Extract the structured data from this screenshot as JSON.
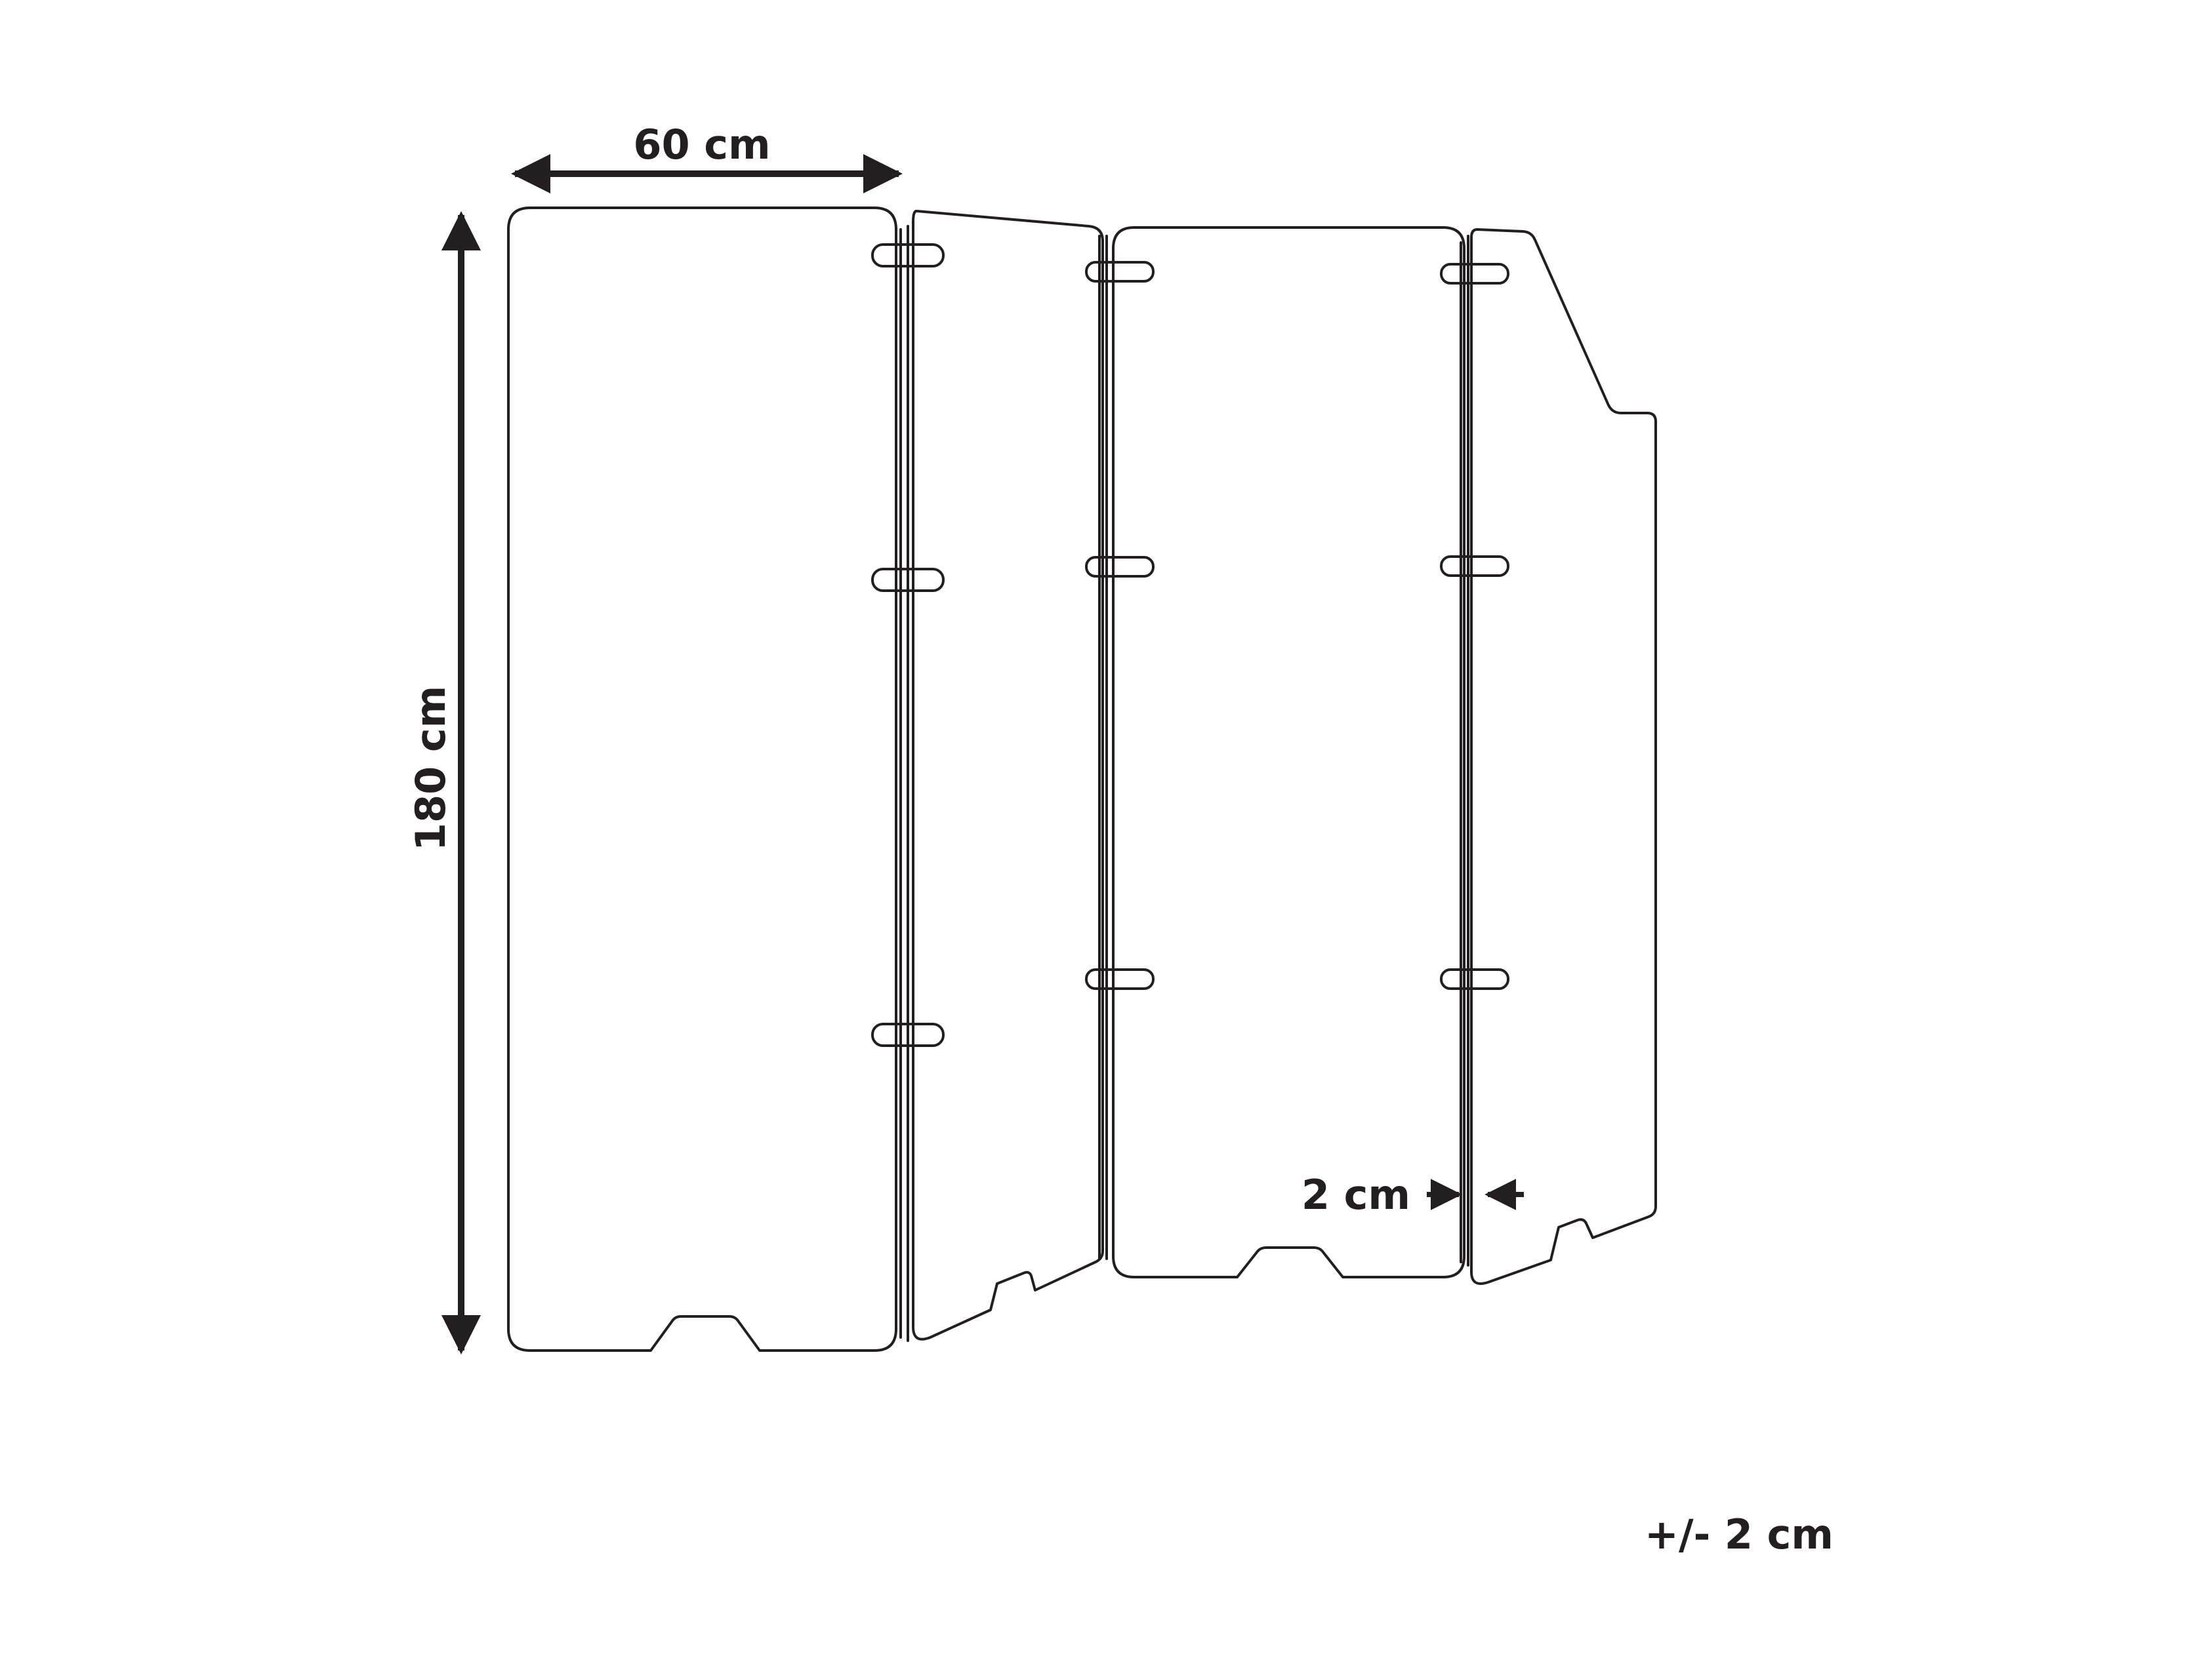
{
  "diagram": {
    "width_label": "60 cm",
    "height_label": "180 cm",
    "thickness_label": "2 cm",
    "tolerance_label": "+/- 2 cm",
    "colors": {
      "line": "#231f20",
      "background": "#ffffff"
    }
  }
}
